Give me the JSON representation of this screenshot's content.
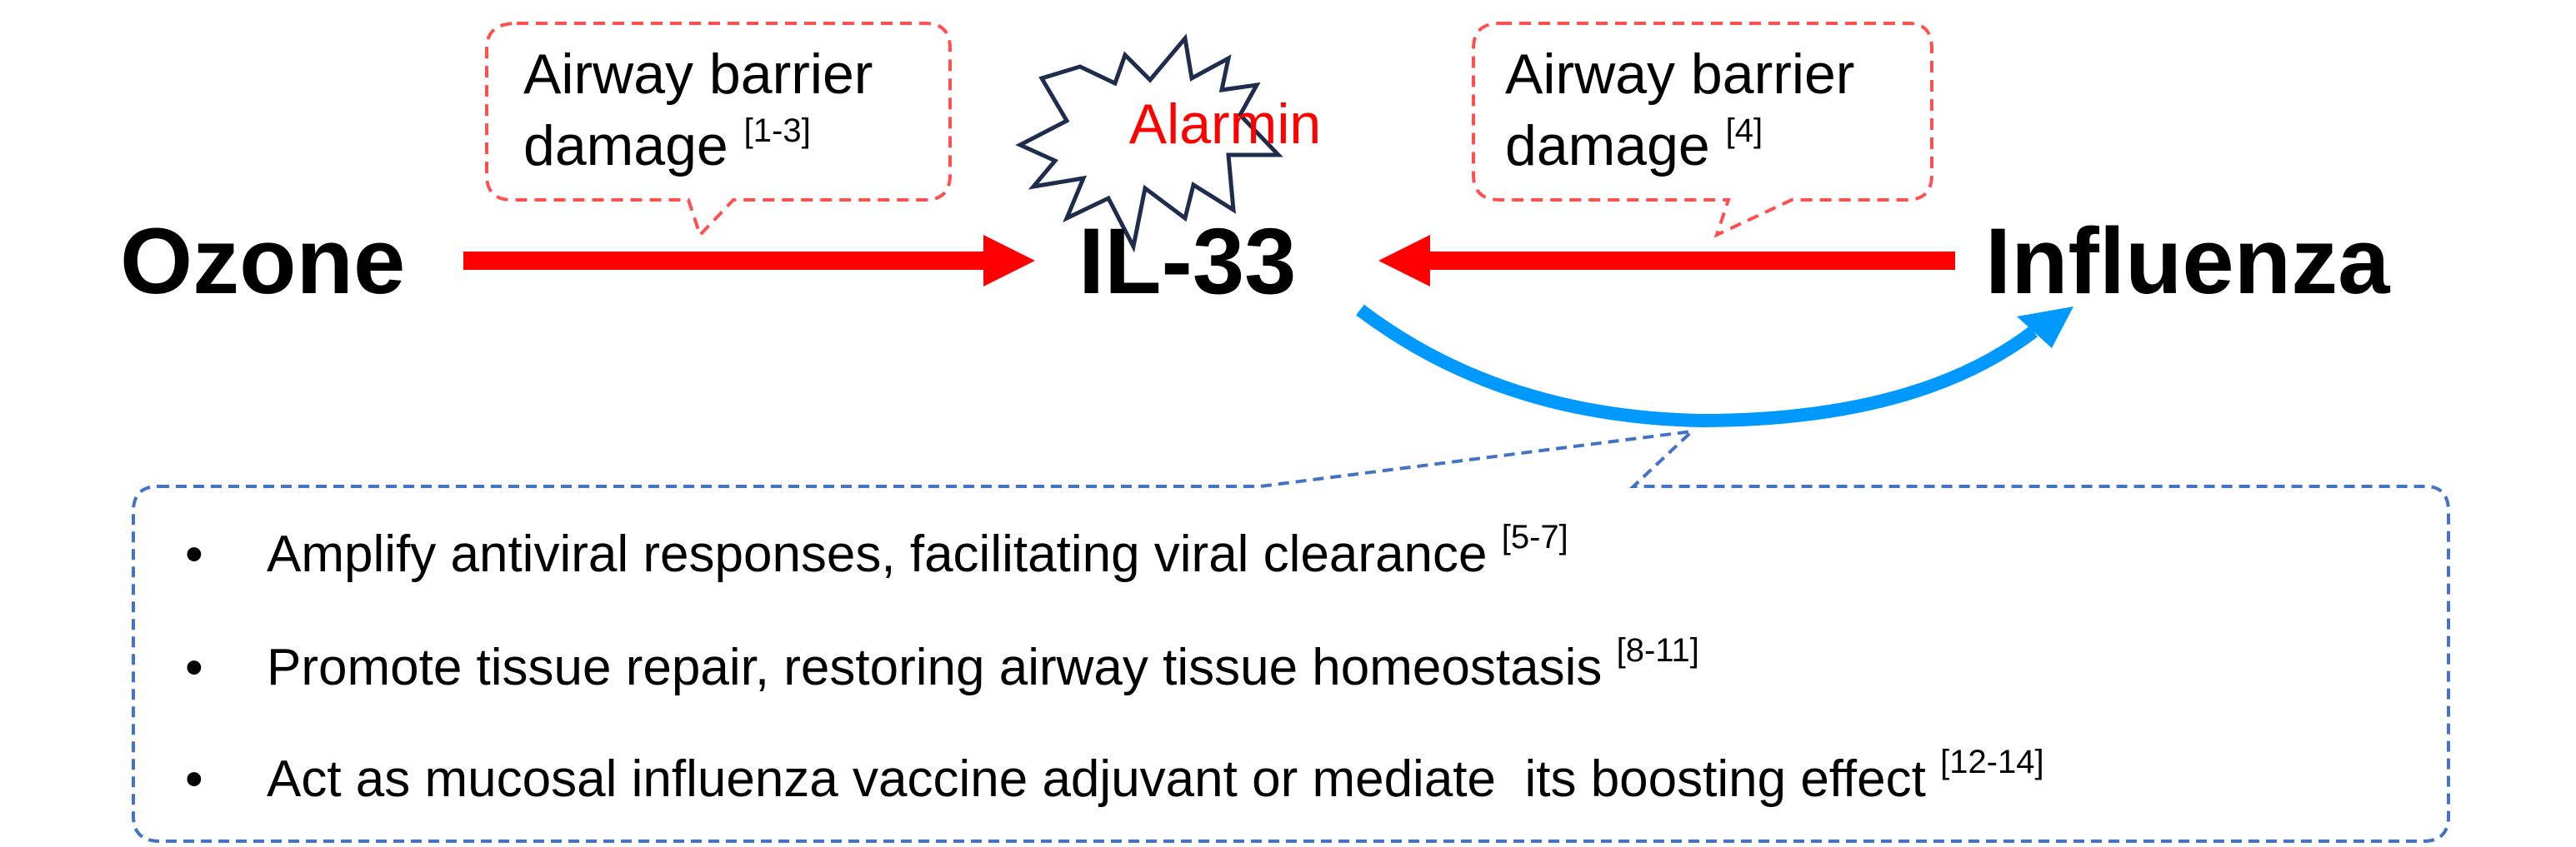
{
  "nodes": {
    "ozone": "Ozone",
    "il33": "IL-33",
    "influenza": "Influenza",
    "alarmin": "Alarmin"
  },
  "callouts": {
    "left": {
      "line1": "Airway barrier",
      "line2": "damage ",
      "ref": "[1-3]"
    },
    "right": {
      "line1": "Airway barrier",
      "line2": "damage ",
      "ref": "[4]"
    }
  },
  "effects": [
    {
      "bullet": "•",
      "text": "Amplify antiviral responses, facilitating viral clearance ",
      "ref": "[5-7]"
    },
    {
      "bullet": "•",
      "text": "Promote tissue repair, restoring airway tissue homeostasis ",
      "ref": "[8-11]"
    },
    {
      "bullet": "•",
      "text": "Act as mucosal influenza vaccine adjuvant or mediate  its boosting effect ",
      "ref": "[12-14]"
    }
  ],
  "colors": {
    "red_arrow": "#ff0000",
    "blue_arrow": "#0099ff",
    "red_dash": "#ff5050",
    "blue_dash": "#4472c4",
    "star_stroke": "#1f2d4d"
  }
}
